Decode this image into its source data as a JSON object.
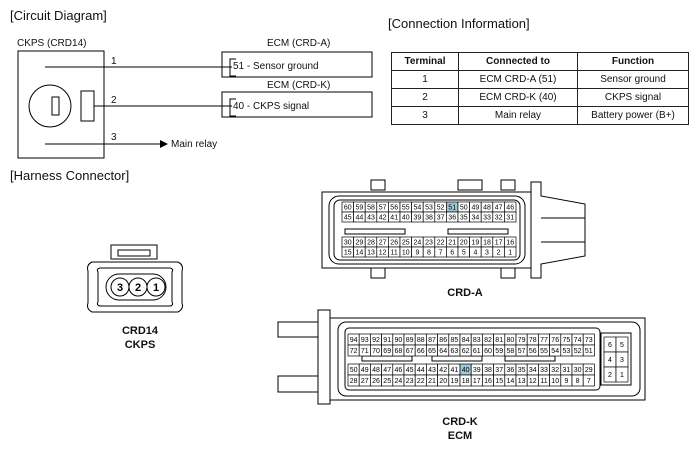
{
  "sections": {
    "circuit": "[Circuit Diagram]",
    "connection": "[Connection Information]",
    "harness": "[Harness Connector]"
  },
  "circuit": {
    "sensor_name": "CKPS (CRD14)",
    "ecm_a_title": "ECM (CRD-A)",
    "ecm_k_title": "ECM (CRD-K)",
    "pin1": "1",
    "pin2": "2",
    "pin3": "3",
    "ecm_a_pin": "51 - Sensor ground",
    "ecm_k_pin": "40 -  CKPS signal",
    "main_relay": "Main relay"
  },
  "table": {
    "headers": [
      "Terminal",
      "Connected to",
      "Function"
    ],
    "rows": [
      [
        "1",
        "ECM CRD-A (51)",
        "Sensor ground"
      ],
      [
        "2",
        "ECM CRD-K (40)",
        "CKPS signal"
      ],
      [
        "3",
        "Main relay",
        "Battery power (B+)"
      ]
    ]
  },
  "connectors": {
    "crd14_line1": "CRD14",
    "crd14_line2": "CKPS",
    "crd14_pins": [
      "3",
      "2",
      "1"
    ],
    "crda_label": "CRD-A",
    "crdk_line1": "CRD-K",
    "crdk_line2": "ECM",
    "highlight_color": "#9cc9d6",
    "crda_rows": [
      [
        "60",
        "59",
        "58",
        "57",
        "56",
        "55",
        "54",
        "53",
        "52",
        "51",
        "50",
        "49",
        "48",
        "47",
        "46"
      ],
      [
        "45",
        "44",
        "43",
        "42",
        "41",
        "40",
        "39",
        "38",
        "37",
        "36",
        "35",
        "34",
        "33",
        "32",
        "31"
      ],
      [
        "30",
        "29",
        "28",
        "27",
        "26",
        "25",
        "24",
        "23",
        "22",
        "21",
        "20",
        "19",
        "18",
        "17",
        "16"
      ],
      [
        "15",
        "14",
        "13",
        "12",
        "11",
        "10",
        "9",
        "8",
        "7",
        "6",
        "5",
        "4",
        "3",
        "2",
        "1"
      ]
    ],
    "crda_highlight": "51",
    "crdk_rows": [
      [
        "94",
        "93",
        "92",
        "91",
        "90",
        "89",
        "88",
        "87",
        "86",
        "85",
        "84",
        "83",
        "82",
        "81",
        "80",
        "79",
        "78",
        "77",
        "76",
        "75",
        "74",
        "73"
      ],
      [
        "72",
        "71",
        "70",
        "69",
        "68",
        "67",
        "66",
        "65",
        "64",
        "63",
        "62",
        "61",
        "60",
        "59",
        "58",
        "57",
        "56",
        "55",
        "54",
        "53",
        "52",
        "51"
      ],
      [
        "50",
        "49",
        "48",
        "47",
        "46",
        "45",
        "44",
        "43",
        "42",
        "41",
        "40",
        "39",
        "38",
        "37",
        "36",
        "35",
        "34",
        "33",
        "32",
        "31",
        "30",
        "29"
      ],
      [
        "28",
        "27",
        "26",
        "25",
        "24",
        "23",
        "22",
        "21",
        "20",
        "19",
        "18",
        "17",
        "16",
        "15",
        "14",
        "13",
        "12",
        "11",
        "10",
        "9",
        "8",
        "7"
      ]
    ],
    "crdk_highlight": "40",
    "crdk_side": [
      [
        "6",
        "5"
      ],
      [
        "4",
        "3"
      ],
      [
        "2",
        "1"
      ]
    ]
  }
}
